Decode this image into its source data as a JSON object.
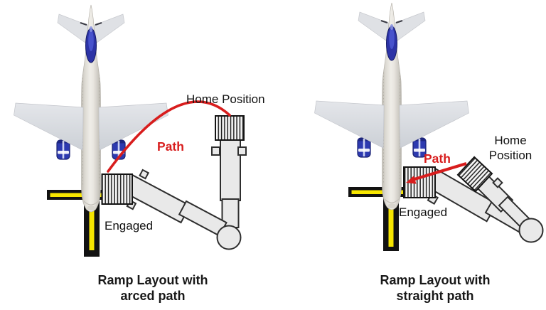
{
  "diagrams": {
    "left": {
      "home_position_label": "Home Position",
      "path_label": "Path",
      "engaged_label": "Engaged",
      "caption_line1": "Ramp Layout with",
      "caption_line2": "arced path",
      "path_style": "arced"
    },
    "right": {
      "home_position_label": "Home Position",
      "path_label": "Path",
      "engaged_label": "Engaged",
      "caption_line1": "Ramp Layout with",
      "caption_line2": "straight path",
      "path_style": "straight"
    }
  },
  "colors": {
    "path_red": "#d81d1d",
    "guide_yellow": "#f7e600",
    "band_black": "#121212",
    "bridge_fill": "#e9e9e9",
    "bridge_stroke": "#2e2e2e",
    "engine_blue": "#2d3ab0",
    "fin_blue": "#2c33a6"
  }
}
